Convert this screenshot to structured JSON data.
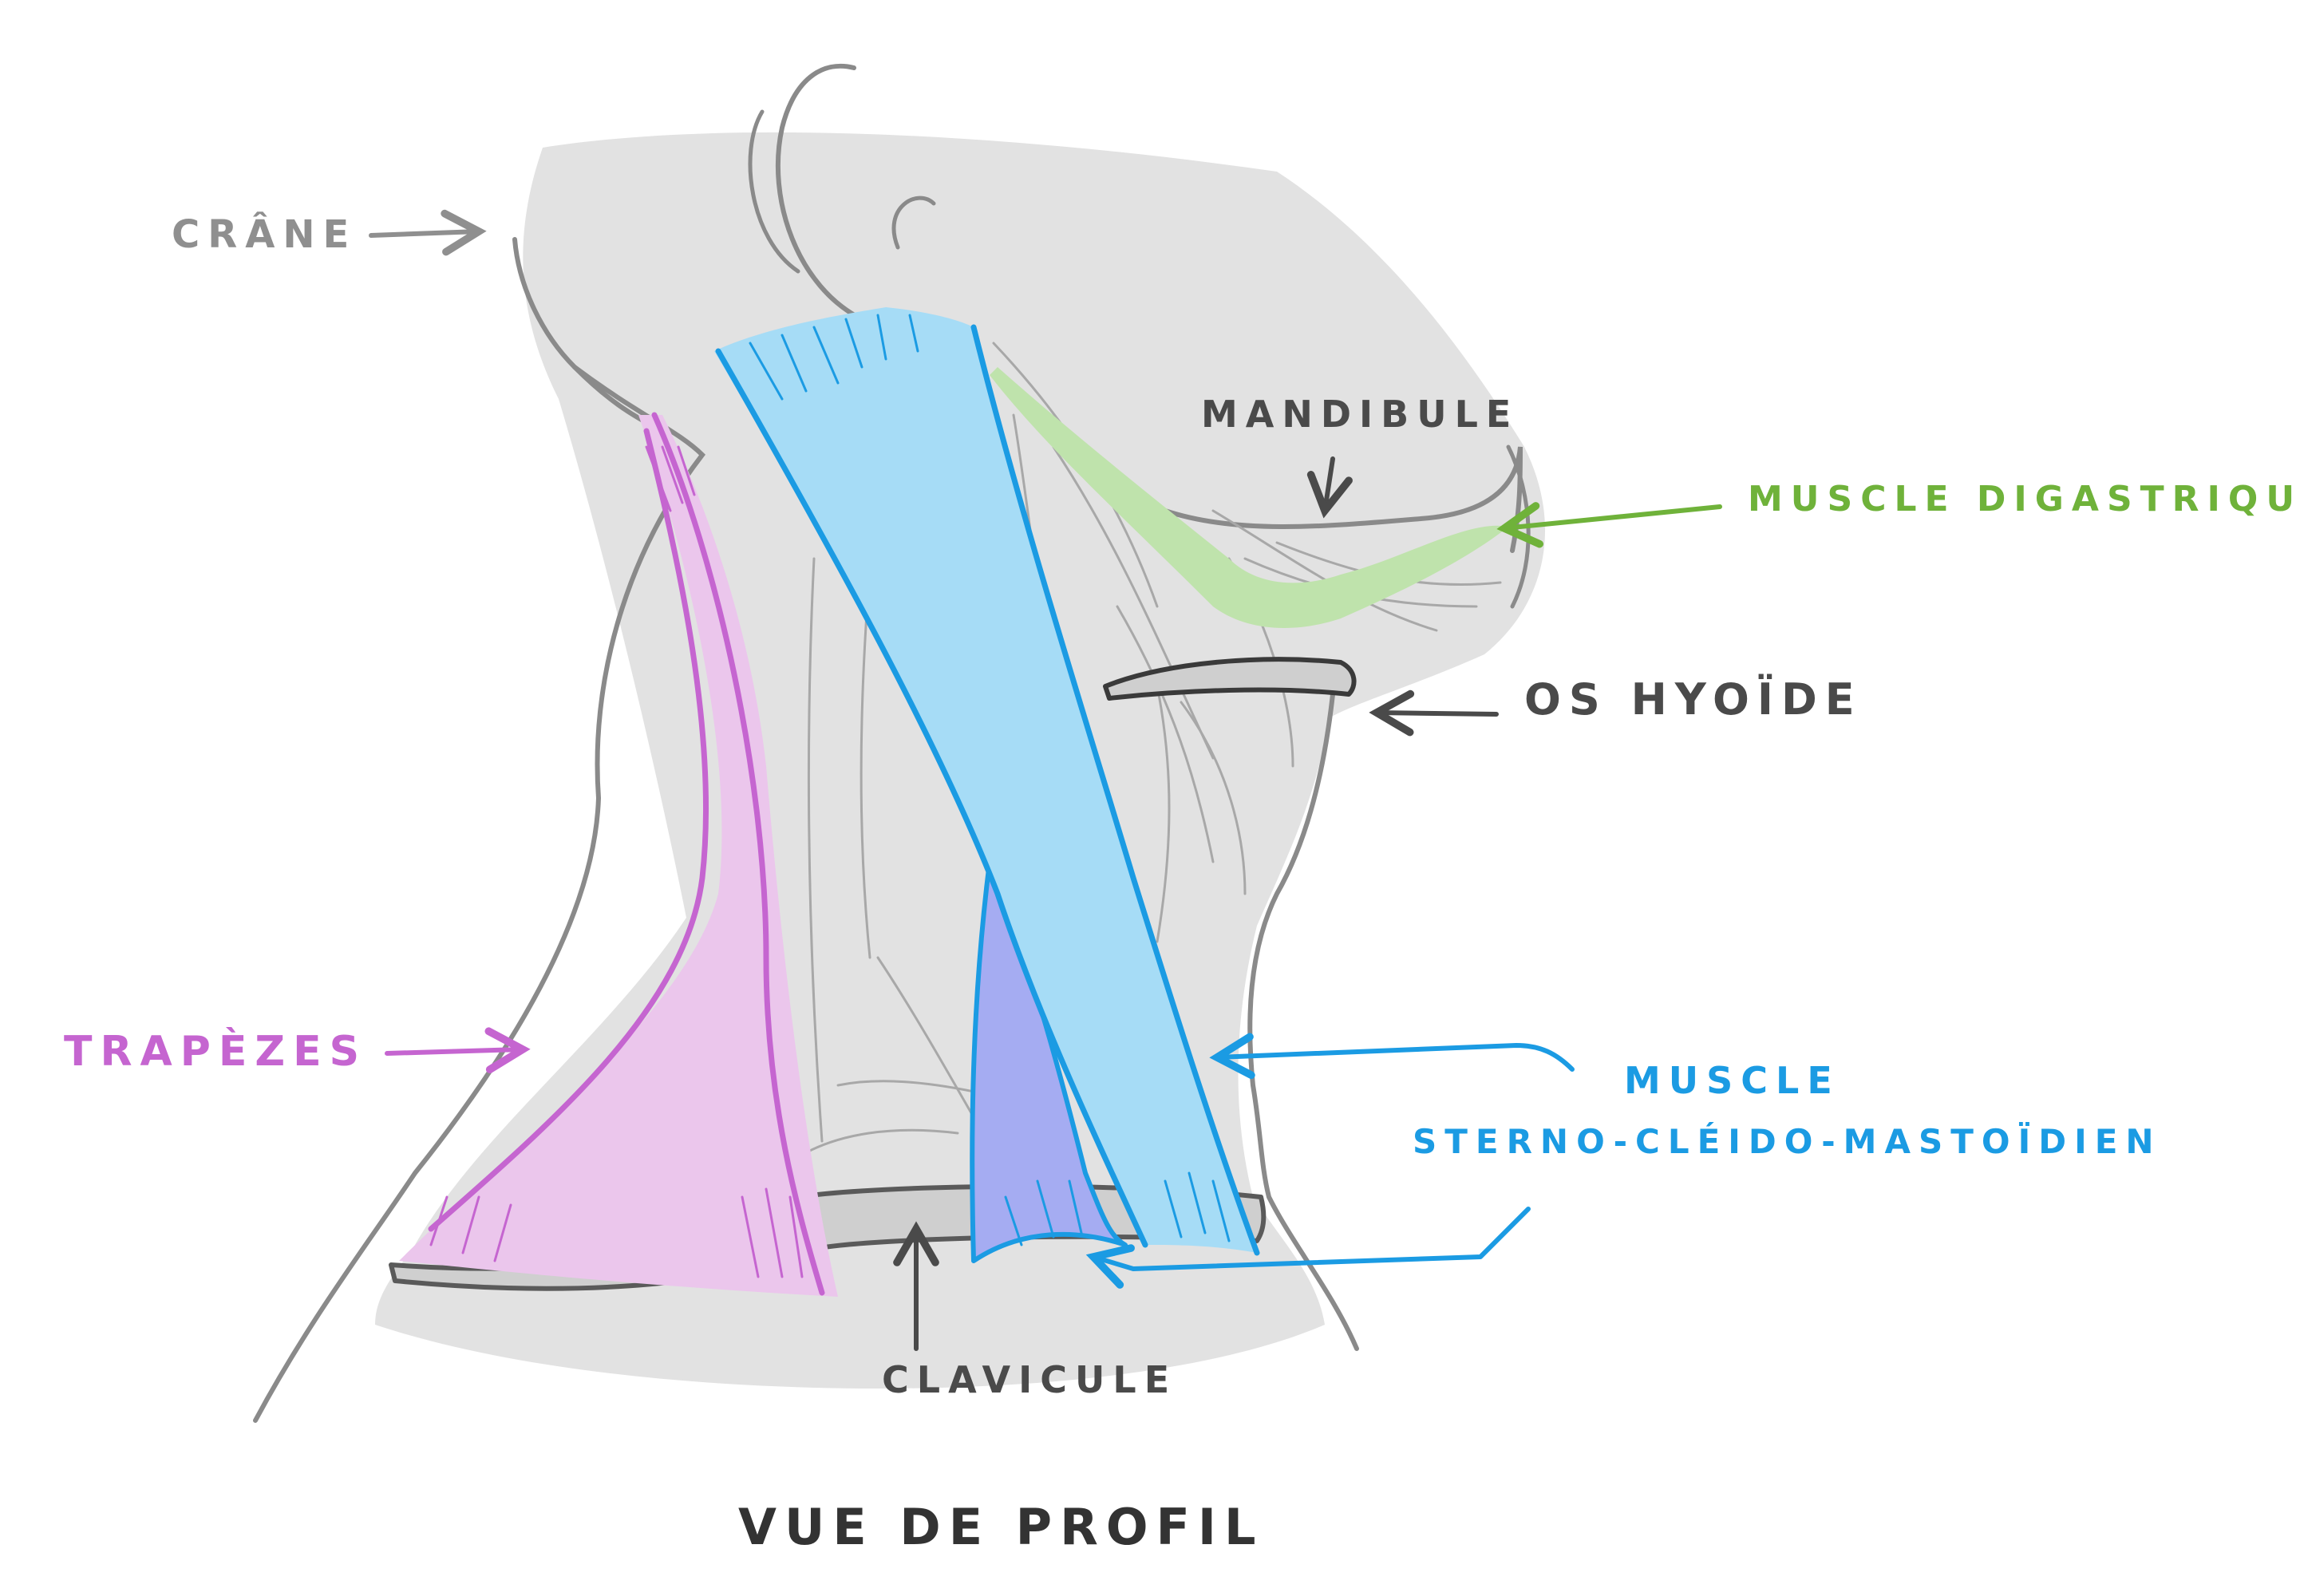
{
  "labels": {
    "crane": "CRÂNE",
    "mandibule": "MANDIBULE",
    "digastrique": "MUSCLE DIGASTRIQUE",
    "hyoide": "OS HYOÏDE",
    "trapezes": "TRAPÈZES",
    "scm_line1": "MUSCLE",
    "scm_line2": "STERNO-CLÉIDO-MASTOÏDIEN",
    "clavicule": "CLAVICULE",
    "caption": "VUE DE PROFIL"
  },
  "colors": {
    "background": "#ffffff",
    "neck_fill": "#e2e2e2",
    "outline": "#8a8a8a",
    "label_gray": "#8f8f8f",
    "label_dark": "#4a4a4a",
    "green_label": "#6fb23a",
    "green_fill": "#bfe3ac",
    "blue_line": "#1b9be3",
    "blue_fill": "#a6dcf6",
    "violet_fill": "#a5acf2",
    "pink_line": "#c565d0",
    "pink_fill": "#ebc6ec"
  }
}
